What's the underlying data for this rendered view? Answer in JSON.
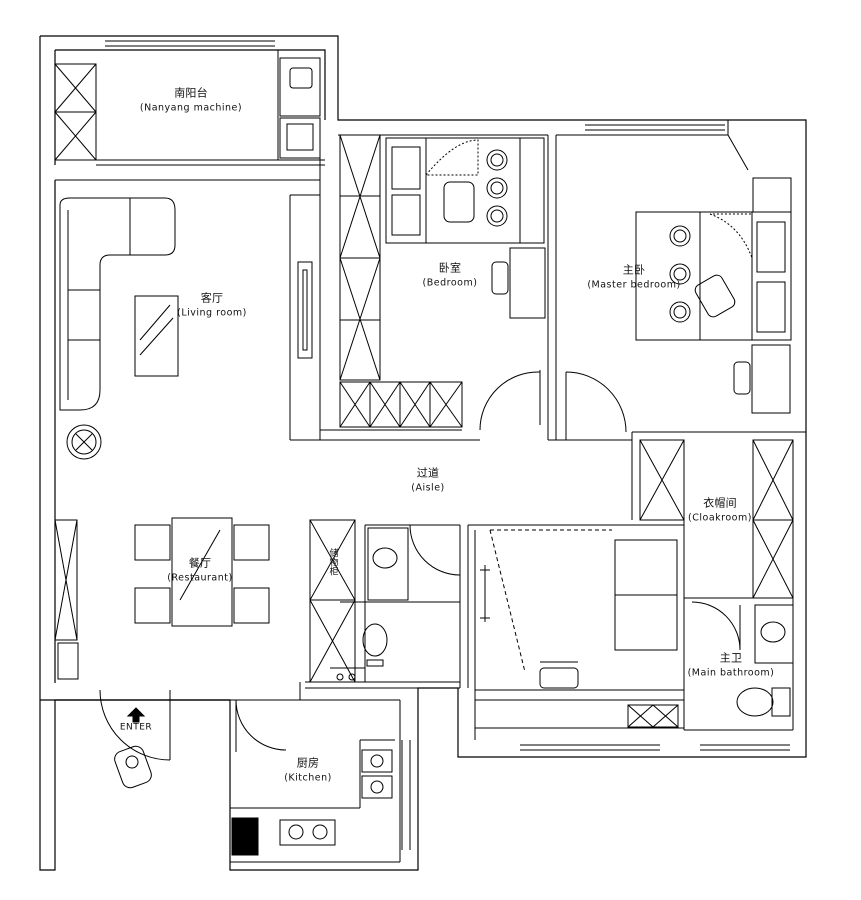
{
  "rooms": {
    "balcony": {
      "cn": "南阳台",
      "en": "(Nanyang machine)"
    },
    "living": {
      "cn": "客厅",
      "en": "(Living room)"
    },
    "bedroom": {
      "cn": "卧室",
      "en": "(Bedroom)"
    },
    "master": {
      "cn": "主卧",
      "en": "(Master bedroom)"
    },
    "aisle": {
      "cn": "过道",
      "en": "(Aisle)"
    },
    "cloakroom": {
      "cn": "衣帽间",
      "en": "(Cloakroom)"
    },
    "dining": {
      "cn": "餐厅",
      "en": "(Restaurant)"
    },
    "kitchen": {
      "cn": "厨房",
      "en": "(Kitchen)"
    },
    "bath": {
      "cn": "主卫",
      "en": "(Main bathroom)"
    }
  },
  "labels": {
    "enter": "ENTER",
    "cabinet": "储物柜"
  }
}
